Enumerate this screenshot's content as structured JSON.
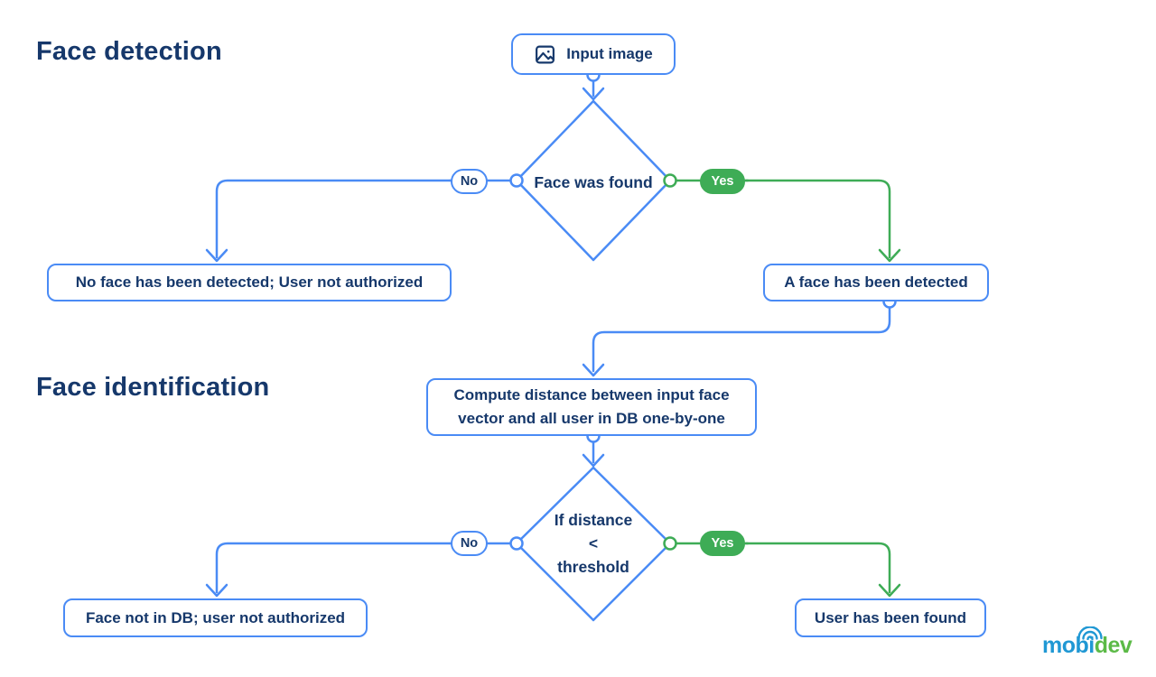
{
  "colors": {
    "line_blue": "#4A8BF5",
    "text_navy": "#16386B",
    "branch_green": "#3EAC56",
    "logo_blue": "#2098D4",
    "logo_green": "#5CBA47",
    "background": "#FFFFFF"
  },
  "sections": {
    "detection_title": "Face detection",
    "identification_title": "Face identification"
  },
  "nodes": {
    "input_image": "Input image",
    "no_face": "No face has been detected; User not authorized",
    "face_detected": "A face has been detected",
    "compute_line1": "Compute distance between input face",
    "compute_line2": "vector and all user in DB one-by-one",
    "face_not_in_db": "Face not in DB; user not authorized",
    "user_found": "User has been found"
  },
  "decisions": {
    "face_was_found": "Face was found",
    "distance_lines": [
      "If distance",
      "<",
      "threshold"
    ]
  },
  "labels": {
    "no": "No",
    "yes": "Yes"
  },
  "logo": {
    "part1": "mobi",
    "part2": "dev"
  }
}
